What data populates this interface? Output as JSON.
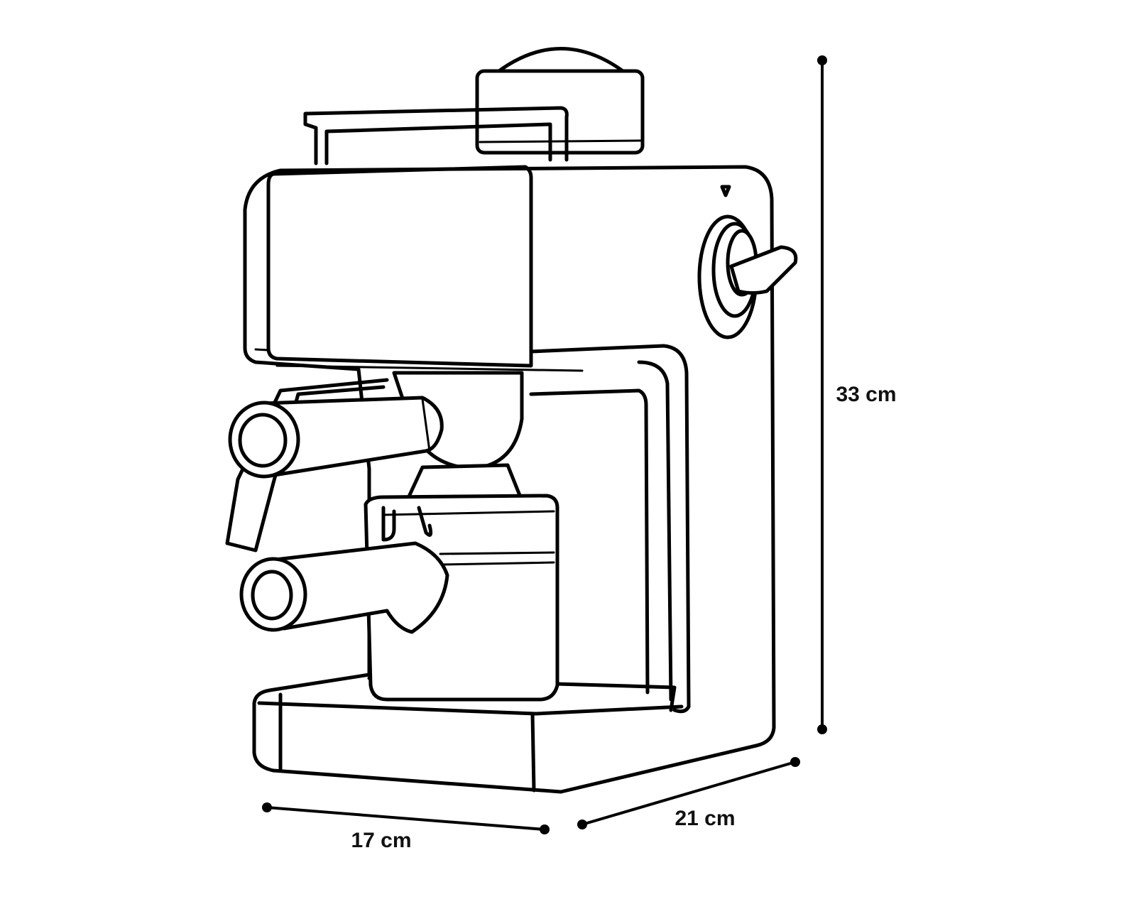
{
  "title": "Espresso machine dimensions",
  "dimensions": {
    "height": "33 cm",
    "depth": "21 cm",
    "width": "17 cm"
  },
  "colors": {
    "line": "#000000",
    "background": "#ffffff"
  }
}
